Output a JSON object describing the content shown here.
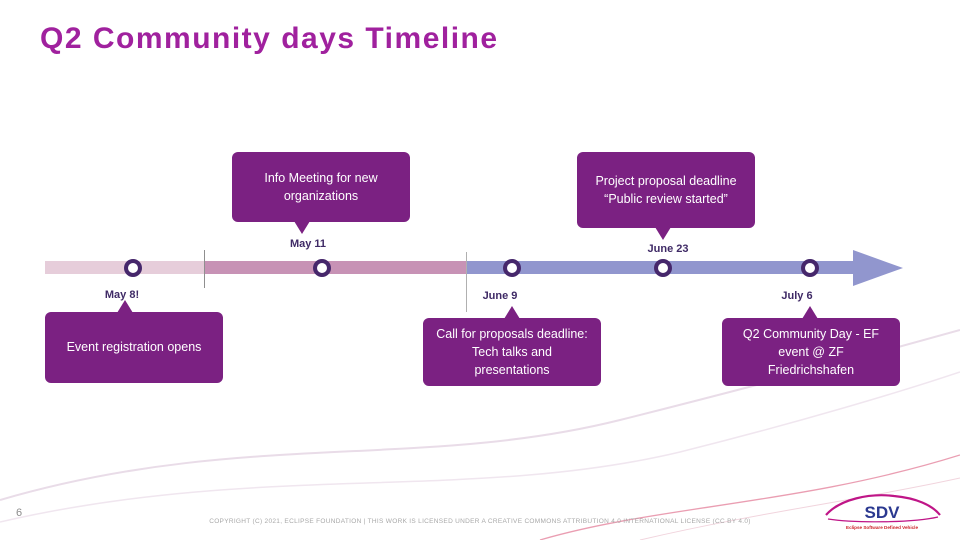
{
  "slide": {
    "title": "Q2 Community days Timeline",
    "page_number": "6",
    "footer": "COPYRIGHT (C) 2021, ECLIPSE FOUNDATION | THIS WORK IS LICENSED UNDER A CREATIVE COMMONS ATTRIBUTION 4.0 INTERNATIONAL LICENSE (CC BY 4.0)"
  },
  "timeline": {
    "milestones": [
      {
        "date": "May 8!",
        "label": "Event registration opens",
        "side": "below"
      },
      {
        "date": "May 11",
        "label": "Info Meeting for new organizations",
        "side": "above"
      },
      {
        "date": "June 9",
        "label": "Call for proposals deadline: Tech talks and presentations",
        "side": "below"
      },
      {
        "date": "June 23",
        "label": "Project proposal deadline\n“Public review started”",
        "side": "above"
      },
      {
        "date": "July 6",
        "label": "Q2 Community Day - EF event @ ZF Friedrichshafen",
        "side": "below"
      }
    ],
    "colors": {
      "segment_early": "#e6cdda",
      "segment_mid": "#c792b5",
      "segment_late": "#9196ce",
      "callout": "#7b2182",
      "marker_ring": "#46276b",
      "title": "#a0219e"
    }
  },
  "logo": {
    "text": "SDV",
    "caption": "Eclipse Software Defined Vehicle"
  }
}
